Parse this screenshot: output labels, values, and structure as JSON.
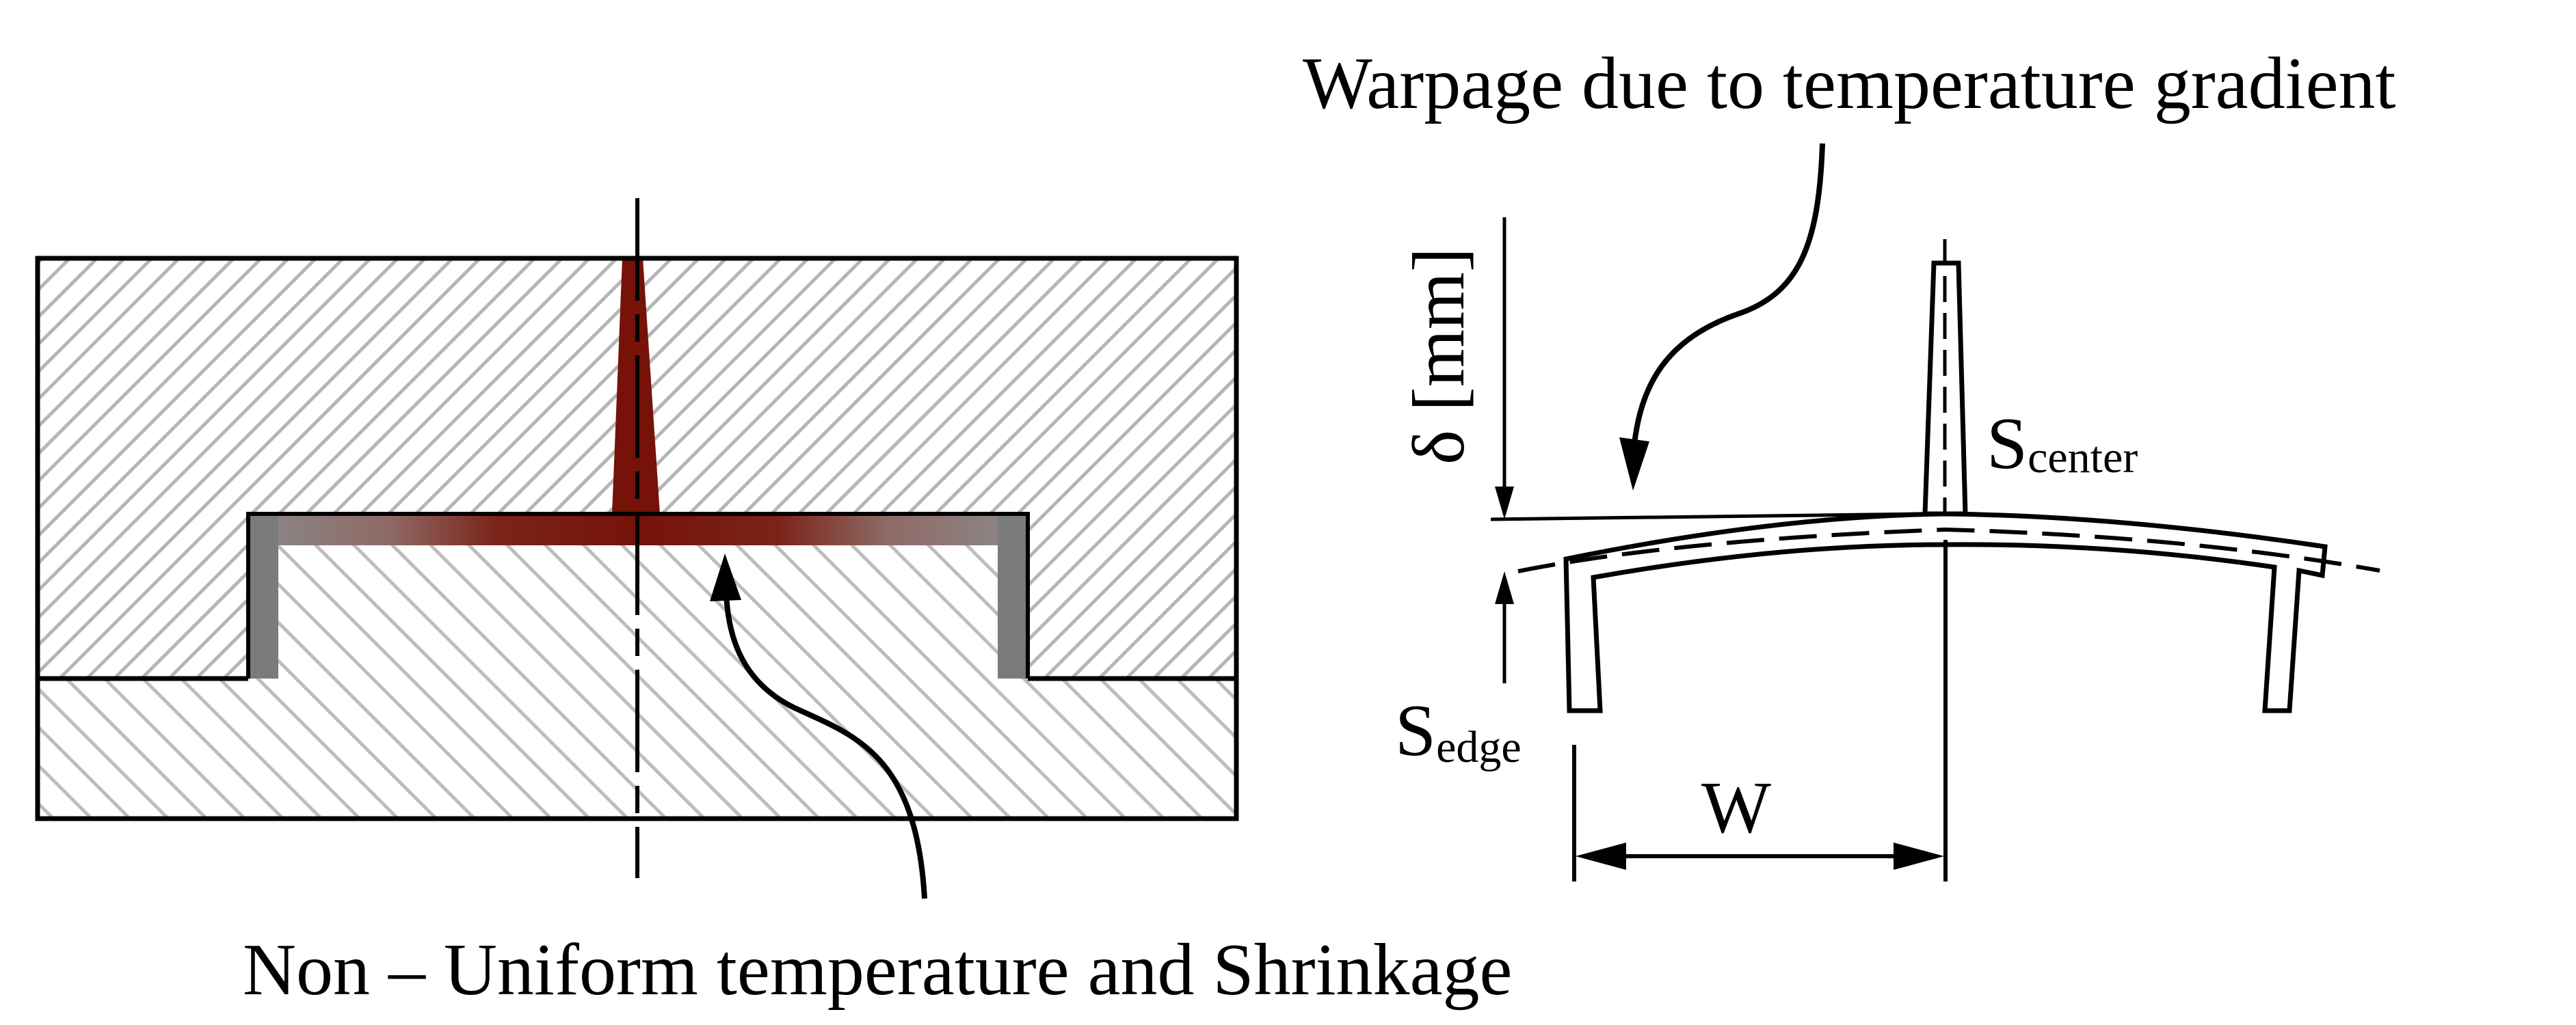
{
  "labels": {
    "warpage_caption": "Warpage due to temperature gradient",
    "shrinkage_caption": "Non – Uniform temperature and Shrinkage",
    "delta_label": "δ [mm]",
    "s_center_main": "S",
    "s_center_sub": "center",
    "s_edge_main": "S",
    "s_edge_sub": "edge",
    "width_label": "W"
  },
  "colors": {
    "line": "#000000",
    "hatch": "#b5b5b5",
    "hot_melt": "#7a1a10",
    "cool_melt": "#7b7b7b",
    "background": "#ffffff"
  }
}
